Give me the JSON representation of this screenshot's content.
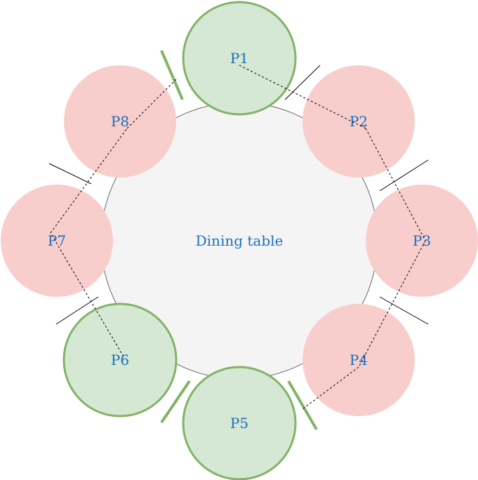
{
  "table": {
    "label": "Dining table"
  },
  "seats": [
    {
      "id": "P1",
      "label": "P1",
      "status": "highlighted"
    },
    {
      "id": "P2",
      "label": "P2",
      "status": "normal"
    },
    {
      "id": "P3",
      "label": "P3",
      "status": "normal"
    },
    {
      "id": "P4",
      "label": "P4",
      "status": "normal"
    },
    {
      "id": "P5",
      "label": "P5",
      "status": "highlighted"
    },
    {
      "id": "P6",
      "label": "P6",
      "status": "highlighted"
    },
    {
      "id": "P7",
      "label": "P7",
      "status": "normal"
    },
    {
      "id": "P8",
      "label": "P8",
      "status": "normal"
    }
  ],
  "colors": {
    "table_fill": "#f4f4f4",
    "table_stroke": "#666666",
    "normal_fill": "#f8cecc",
    "highlight_fill": "#d5e8d4",
    "highlight_stroke": "#82b366",
    "text": "#1a6fc0",
    "line": "#000000"
  }
}
